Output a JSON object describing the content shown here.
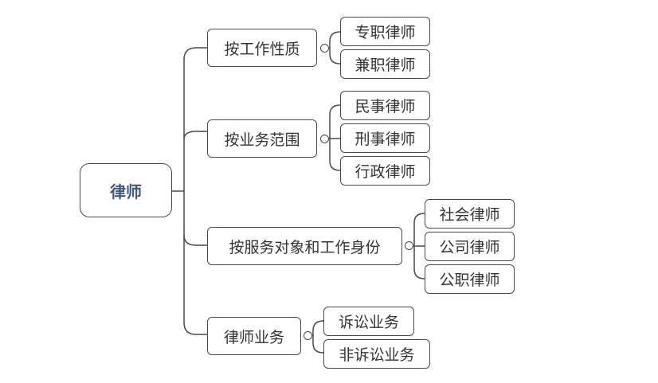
{
  "root": {
    "label": "律师"
  },
  "branches": [
    {
      "label": "按工作性质",
      "children": [
        "专职律师",
        "兼职律师"
      ]
    },
    {
      "label": "按业务范围",
      "children": [
        "民事律师",
        "刑事律师",
        "行政律师"
      ]
    },
    {
      "label": "按服务对象和工作身份",
      "children": [
        "社会律师",
        "公司律师",
        "公职律师"
      ]
    },
    {
      "label": "律师业务",
      "children": [
        "诉讼业务",
        "非诉讼业务"
      ]
    }
  ],
  "colors": {
    "line": "#4a4a4a",
    "root_text": "#3d5a80",
    "text": "#333333"
  }
}
